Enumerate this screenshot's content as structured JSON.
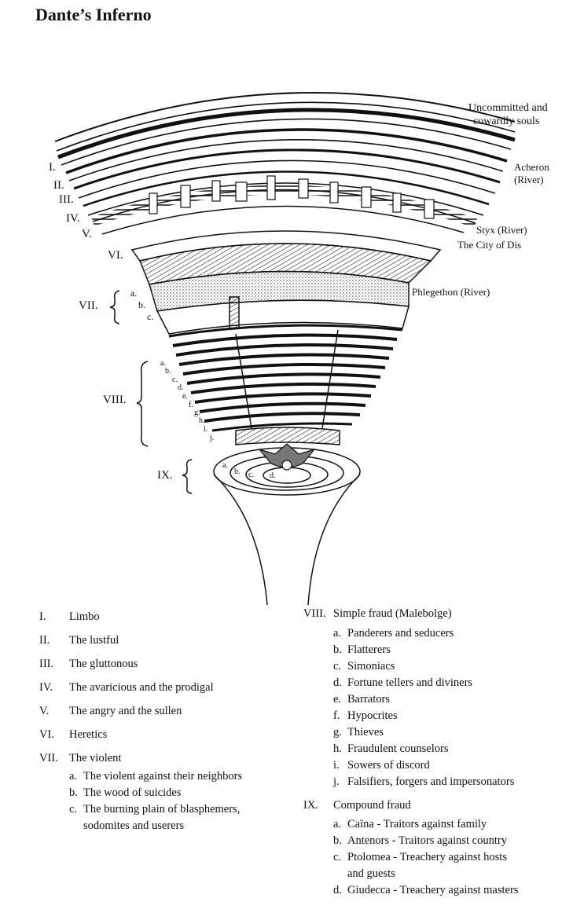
{
  "title": "Dante’s Inferno",
  "diagram_labels": {
    "uncommitted": [
      "Uncommitted and",
      "cowardly souls"
    ],
    "acheron": [
      "Acheron",
      "(River)"
    ],
    "styx": "Styx (River)",
    "city_of_dis": "The City of Dis",
    "phlegethon": "Phlegethon (River)"
  },
  "circle_markers": [
    "I.",
    "II.",
    "III.",
    "IV.",
    "V.",
    "VI.",
    "VII.",
    "VIII.",
    "IX."
  ],
  "vii_subs": [
    "a.",
    "b.",
    "c."
  ],
  "viii_subs": [
    "a.",
    "b.",
    "c.",
    "d.",
    "e.",
    "f.",
    "g.",
    "h.",
    "i.",
    "j."
  ],
  "ix_subs": [
    "a.",
    "b.",
    "c.",
    "d."
  ],
  "legend_left": [
    {
      "num": "I.",
      "text": "Limbo"
    },
    {
      "num": "II.",
      "text": "The lustful"
    },
    {
      "num": "III.",
      "text": "The gluttonous"
    },
    {
      "num": "IV.",
      "text": "The avaricious and the prodigal"
    },
    {
      "num": "V.",
      "text": "The angry and the sullen"
    },
    {
      "num": "VI.",
      "text": "Heretics"
    },
    {
      "num": "VII.",
      "text": "The violent"
    }
  ],
  "legend_vii": [
    {
      "l": "a.",
      "text": "The violent against their neighbors"
    },
    {
      "l": "b.",
      "text": "The wood of suicides"
    },
    {
      "l": "c.",
      "text": "The burning plain of blasphemers,"
    },
    {
      "l": "",
      "text": "sodomites and userers"
    }
  ],
  "legend_viii_head": {
    "num": "VIII.",
    "text": "Simple fraud (Malebolge)"
  },
  "legend_viii": [
    {
      "l": "a.",
      "text": "Panderers and seducers"
    },
    {
      "l": "b.",
      "text": "Flatterers"
    },
    {
      "l": "c.",
      "text": "Simoniacs"
    },
    {
      "l": "d.",
      "text": "Fortune tellers and diviners"
    },
    {
      "l": "e.",
      "text": "Barrators"
    },
    {
      "l": "f.",
      "text": "Hypocrites"
    },
    {
      "l": "g.",
      "text": "Thieves"
    },
    {
      "l": "h.",
      "text": "Fraudulent counselors"
    },
    {
      "l": "i.",
      "text": "Sowers of discord"
    },
    {
      "l": "j.",
      "text": "Falsifiers, forgers and impersonators"
    }
  ],
  "legend_ix_head": {
    "num": "IX.",
    "text": "Compound fraud"
  },
  "legend_ix": [
    {
      "l": "a.",
      "text": "Caïna - Traitors against family"
    },
    {
      "l": "b.",
      "text": "Antenors - Traitors against country"
    },
    {
      "l": "c.",
      "text": "Ptolomea - Treachery against hosts"
    },
    {
      "l": "",
      "text": "and guests"
    },
    {
      "l": "d.",
      "text": "Giudecca - Treachery against masters"
    }
  ]
}
